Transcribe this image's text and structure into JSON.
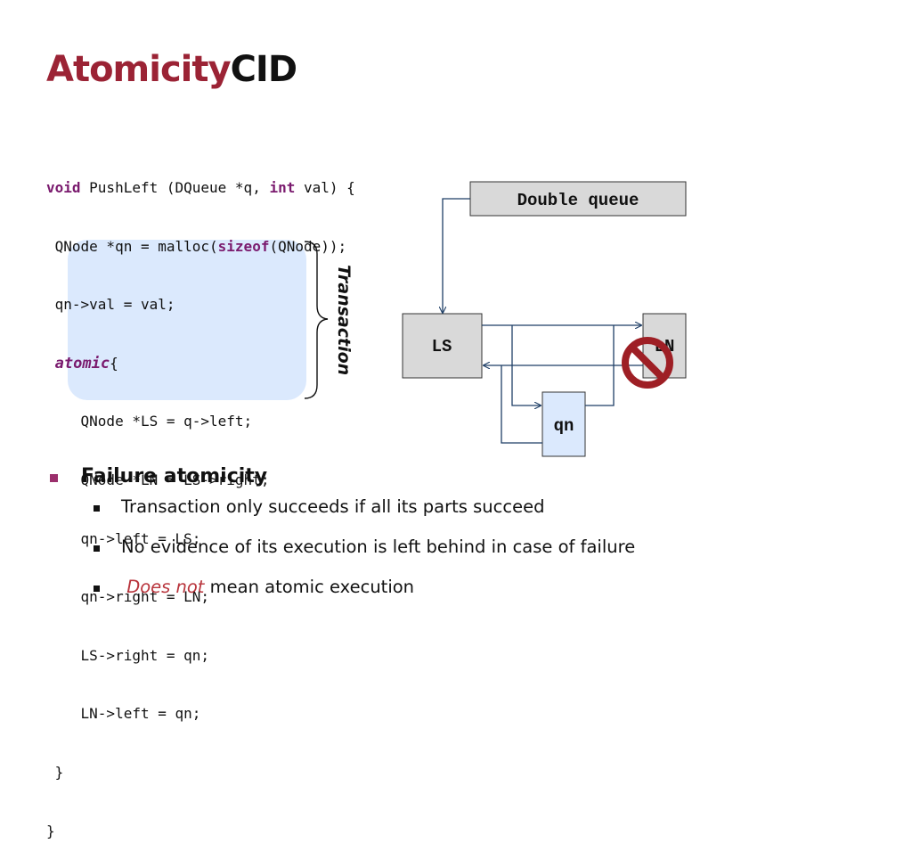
{
  "title": {
    "accent": "Atomicity",
    "rest": "CID"
  },
  "code": {
    "line1": {
      "kw1": "void",
      "t1": " PushLeft (DQueue *q, ",
      "kw2": "int",
      "t2": " val) {"
    },
    "line2": {
      "t1": " QNode *qn = malloc(",
      "kw1": "sizeof",
      "t2": "(QNode));"
    },
    "line3": " qn->val = val;",
    "line4": {
      "t0": " ",
      "kw1": "atomic",
      "t1": "{"
    },
    "line5": "    QNode *LS = q->left;",
    "line6": "    QNode *LN = LS->right;",
    "line7": "    qn->left = LS;",
    "line8": "    qn->right = LN;",
    "line9": "    LS->right = qn;",
    "line10": "    LN->left = qn;",
    "line11": " }",
    "line12": "}",
    "transaction_label": "Transaction"
  },
  "diagram": {
    "double_queue": "Double queue",
    "ls": "LS",
    "ln": "LN",
    "qn": "qn",
    "prohibited_icon": "no-entry-icon"
  },
  "bullets": {
    "main": "Failure atomicity",
    "sub1": "Transaction only succeeds if all its parts succeed",
    "sub2": "No evidence of its execution is left behind in case of failure",
    "sub3_emph": "Does not",
    "sub3_rest": " mean atomic execution"
  },
  "colors": {
    "accent": "#9b2335",
    "keyword": "#7a1a6e",
    "highlight": "#dbe9fd",
    "arrow": "#1f3f66",
    "prohibited": "#9e1f25"
  }
}
